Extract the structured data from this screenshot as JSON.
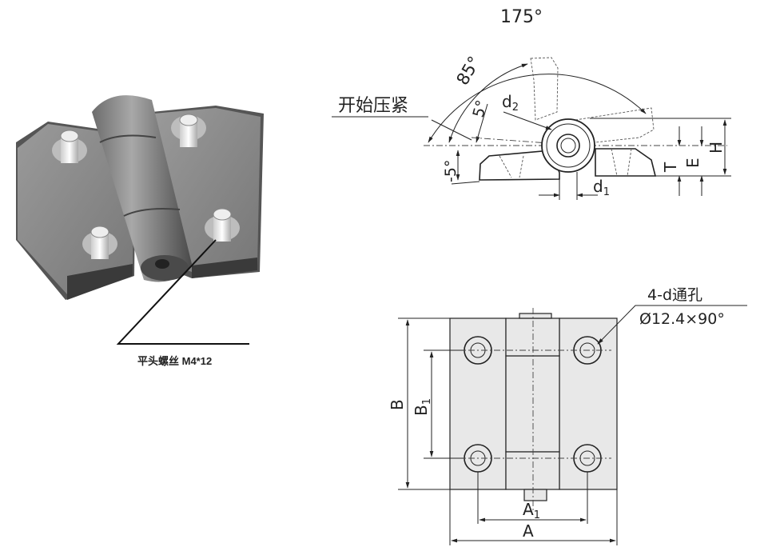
{
  "product_view": {
    "callout_label": "平头螺丝 M4*12"
  },
  "side_view": {
    "angle_total": "175°",
    "angle_open": "85°",
    "angle_start": "5°",
    "angle_negative": "-5°",
    "start_clamp_label": "开始压紧",
    "d2": {
      "base": "d",
      "sub": "2"
    },
    "d1": {
      "base": "d",
      "sub": "1"
    },
    "T": "T",
    "E": "E",
    "H": "H"
  },
  "front_view": {
    "hole_note_line1": "4-d通孔",
    "hole_note_line2": "Ø12.4×90°",
    "B": "B",
    "B1": {
      "base": "B",
      "sub": "1"
    },
    "A": "A",
    "A1": {
      "base": "A",
      "sub": "1"
    }
  }
}
